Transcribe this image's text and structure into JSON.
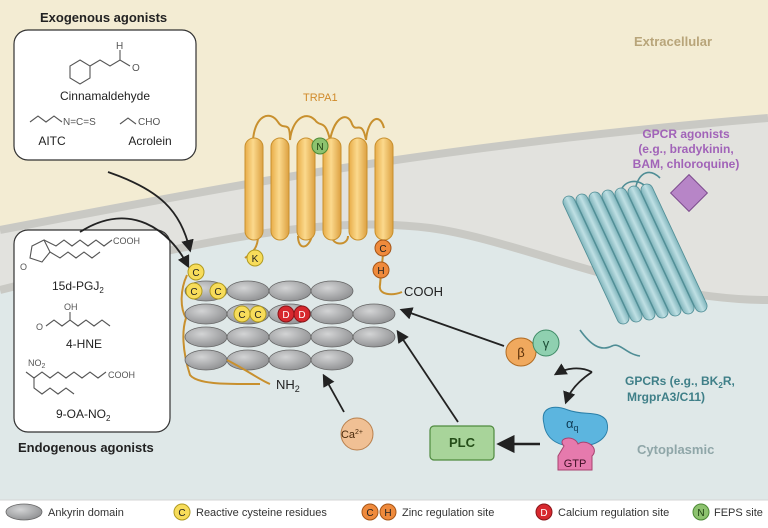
{
  "regions": {
    "extracellular": "Extracellular",
    "cytoplasmic": "Cytoplasmic"
  },
  "channel": {
    "name": "TRPA1",
    "n_residue": "N",
    "k_residue": "K",
    "c_residue": "C",
    "h_residue": "H",
    "cooh": "COOH",
    "nh2": "NH",
    "nh2_sub": "2",
    "cys": "C",
    "d": "D"
  },
  "exogenous": {
    "title": "Exogenous agonists",
    "compounds": {
      "cinnamaldehyde": "Cinnamaldehyde",
      "aitc": "AITC",
      "acrolein": "Acrolein",
      "aitc_group": "N=C=S",
      "acrolein_group": "CHO",
      "h_atom": "H",
      "o_atom": "O"
    }
  },
  "endogenous": {
    "title": "Endogenous agonists",
    "compounds": {
      "pgj2": "15d-PGJ",
      "pgj2_sub": "2",
      "hne": "4-HNE",
      "oa": "9-OA-NO",
      "oa_sub": "2",
      "cooh": "COOH",
      "oh": "OH",
      "o": "O",
      "no2": "NO",
      "no2_sub": "2"
    }
  },
  "gpcr": {
    "agonists_l1": "GPCR agonists",
    "agonists_l2": "(e.g., bradykinin,",
    "agonists_l3": "BAM, chloroquine)",
    "receptors_l1": "GPCRs (e.g., BK",
    "receptors_l1_sub": "2",
    "receptors_l1_end": "R,",
    "receptors_l2": "MrgprA3/C11)"
  },
  "signaling": {
    "beta": "β",
    "gamma": "γ",
    "alpha": "α",
    "alpha_sub": "q",
    "gtp": "GTP",
    "plc": "PLC",
    "ca": "Ca",
    "ca_sup": "2+"
  },
  "legend": {
    "ankyrin": "Ankyrin domain",
    "cys_sym": "C",
    "cysteine": "Reactive cysteine residues",
    "zinc_c": "C",
    "zinc_h": "H",
    "zinc": "Zinc regulation site",
    "ca_sym": "D",
    "calcium": "Calcium regulation site",
    "feps_sym": "N",
    "feps": "FEPS site"
  },
  "colors": {
    "extracellular": "#f3ecd3",
    "membrane": "#e2e2de",
    "cytoplasm": "#dfe8e8",
    "helix": "#f5c66a",
    "helix_stroke": "#c8902e",
    "ankyrin": "#a9aaab",
    "cysteine": "#f7dc5a",
    "zinc": "#ef8a3c",
    "calcium": "#d7282e",
    "feps": "#8dc26f",
    "gpcr": "#9bc9cf",
    "gpcr_agonist": "#b785c7",
    "galpha": "#5cb5df",
    "gtp": "#e67aad",
    "plc": "#a8d49a",
    "beta": "#f0a95e",
    "gamma": "#8fd0b0",
    "ca_ion": "#f0c094"
  }
}
